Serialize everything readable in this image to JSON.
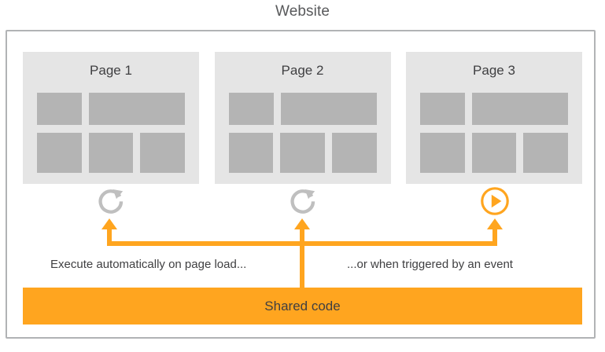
{
  "title": "Website",
  "cards": [
    {
      "label": "Page 1",
      "icon": "refresh-icon"
    },
    {
      "label": "Page 2",
      "icon": "refresh-icon"
    },
    {
      "label": "Page 3",
      "icon": "play-circle-icon"
    }
  ],
  "captions": {
    "left": "Execute automatically on page load...",
    "right": "...or when triggered by an event"
  },
  "shared_code": {
    "label": "Shared code"
  },
  "colors": {
    "accent_orange": "#ffa51f",
    "frame_border": "#b1b3b5",
    "card_background": "#e5e5e5",
    "block_gray": "#b4b4b4",
    "icon_gray": "#bfbfbf",
    "text_dark": "#3f3f41",
    "title_gray": "#58595b"
  }
}
